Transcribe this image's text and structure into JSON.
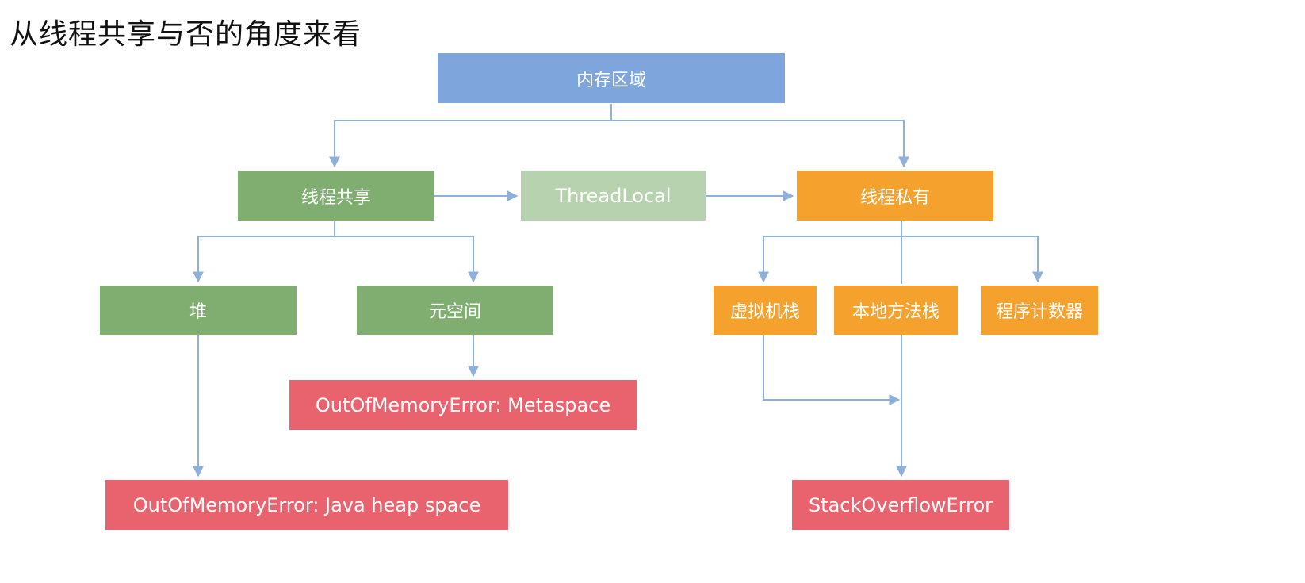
{
  "title": "从线程共享与否的角度来看",
  "colors": {
    "root": "#7fa6dc",
    "shared": "#80ad70",
    "threadlocal": "#b6d2ae",
    "private": "#f5a12e",
    "error": "#e8636e",
    "edge": "#8eb0db"
  },
  "nodes": {
    "root": "内存区域",
    "shared": "线程共享",
    "threadlocal": "ThreadLocal",
    "private": "线程私有",
    "heap": "堆",
    "metaspace": "元空间",
    "vm_stack": "虚拟机栈",
    "native_stack": "本地方法栈",
    "pc": "程序计数器",
    "oom_metaspace": "OutOfMemoryError: Metaspace",
    "oom_heap": "OutOfMemoryError: Java heap space",
    "stack_overflow": "StackOverflowError"
  },
  "edges": [
    {
      "from": "root",
      "to": "shared"
    },
    {
      "from": "root",
      "to": "private"
    },
    {
      "from": "shared",
      "to": "threadlocal"
    },
    {
      "from": "threadlocal",
      "to": "private"
    },
    {
      "from": "shared",
      "to": "heap"
    },
    {
      "from": "shared",
      "to": "metaspace"
    },
    {
      "from": "private",
      "to": "vm_stack"
    },
    {
      "from": "private",
      "to": "native_stack"
    },
    {
      "from": "private",
      "to": "pc"
    },
    {
      "from": "metaspace",
      "to": "oom_metaspace"
    },
    {
      "from": "heap",
      "to": "oom_heap"
    },
    {
      "from": "vm_stack",
      "to": "stack_overflow"
    },
    {
      "from": "native_stack",
      "to": "stack_overflow"
    }
  ]
}
